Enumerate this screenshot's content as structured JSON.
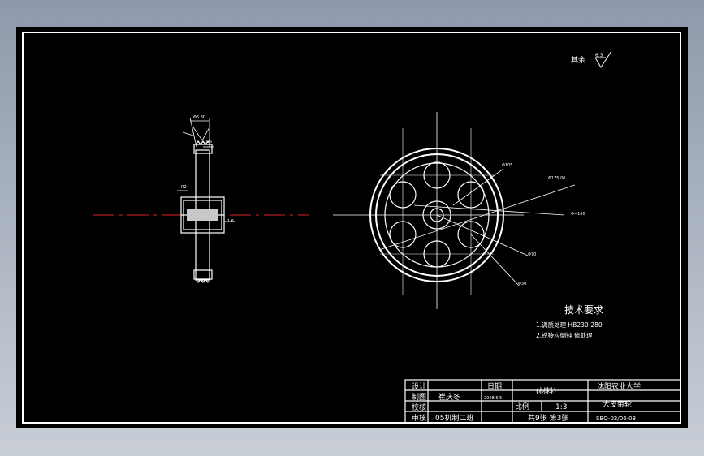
{
  "surface_finish": {
    "label": "其余",
    "value": "6.3"
  },
  "side_view": {
    "dims": [
      "Φ6.30",
      "1.6",
      "R2",
      "1.6"
    ]
  },
  "front_view": {
    "dims": [
      "Φ105",
      "Φ175.00",
      "Φ=160",
      "Φ70",
      "Φ30"
    ]
  },
  "tech": {
    "title": "技术要求",
    "items": [
      "1.调质处理 HB230-280",
      "2.锐棱应倒钝 修处理"
    ]
  },
  "title_block": {
    "design_label": "设计",
    "draw_label": "制图",
    "check_label": "校核",
    "approve_label": "审核",
    "designer": "崔庆冬",
    "class_name": "05机制二班",
    "date_label": "日期",
    "date_value": "2008.6.5",
    "material": "(材料)",
    "scale_label": "比例",
    "scale_value": "1:3",
    "sheets": "共9张 第3张",
    "school": "沈阳农业大学",
    "part_name": "大皮带轮",
    "drawing_no": "SBQ-02/06-03"
  }
}
